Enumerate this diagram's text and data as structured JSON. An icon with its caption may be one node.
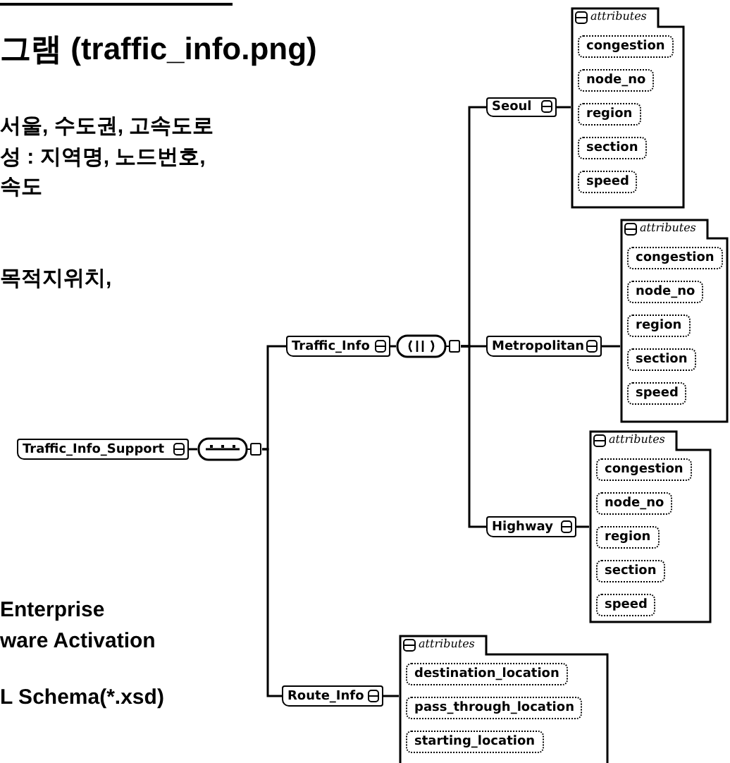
{
  "diagram": {
    "title": "그램 (traffic_info.png)",
    "nodes": [
      {
        "text": [
          "Traffic_Info_Support"
        ]
      },
      {
        "text": [],
        "shape": "box"
      },
      {
        "text": [
          "Traffic_Info"
        ]
      },
      {
        "text": [],
        "shape": "box"
      },
      {
        "text": [
          "Seoul"
        ]
      },
      {
        "text": [
          "attributes"
        ]
      },
      {
        "text": [
          "congestion"
        ],
        "in": 5
      },
      {
        "text": [
          "node_no"
        ],
        "in": 5
      },
      {
        "text": [
          "region"
        ],
        "in": 5
      },
      {
        "text": [
          "section"
        ],
        "in": 5
      },
      {
        "text": [
          "speed"
        ],
        "in": 5
      },
      {
        "text": [
          "Metropolitan"
        ]
      },
      {
        "text": [
          "attributes"
        ]
      },
      {
        "text": [
          "congestion"
        ],
        "in": 12
      },
      {
        "text": [
          "node_no"
        ],
        "in": 12
      },
      {
        "text": [
          "region"
        ],
        "in": 12
      },
      {
        "text": [
          "section"
        ],
        "in": 12
      },
      {
        "text": [
          "speed"
        ],
        "in": 12
      },
      {
        "text": [
          "Highway"
        ]
      },
      {
        "text": [
          "attributes"
        ]
      },
      {
        "text": [
          "congestion"
        ],
        "in": 19
      },
      {
        "text": [
          "node_no"
        ],
        "in": 19
      },
      {
        "text": [
          "region"
        ],
        "in": 19
      },
      {
        "text": [
          "section"
        ],
        "in": 19
      },
      {
        "text": [
          "speed"
        ],
        "in": 19
      },
      {
        "text": [
          "Route_Info"
        ]
      },
      {
        "text": [
          "attributes"
        ]
      },
      {
        "text": [
          "destination_location"
        ],
        "in": 26
      },
      {
        "text": [
          "pass_through_location"
        ],
        "in": 26
      },
      {
        "text": [
          "starting_location"
        ],
        "in": 26
      }
    ],
    "edges": [
      {
        "from": 0,
        "to": 1,
        "arrow": "none"
      },
      {
        "from": 1,
        "to": 2,
        "arrow": "none"
      },
      {
        "from": 1,
        "to": 25,
        "arrow": "none"
      },
      {
        "from": 2,
        "to": 3,
        "arrow": "none"
      },
      {
        "from": 3,
        "to": 4,
        "arrow": "none"
      },
      {
        "from": 3,
        "to": 11,
        "arrow": "none"
      },
      {
        "from": 3,
        "to": 18,
        "arrow": "none"
      },
      {
        "from": 4,
        "to": 5,
        "arrow": "none"
      },
      {
        "from": 11,
        "to": 12,
        "arrow": "none"
      },
      {
        "from": 18,
        "to": 19,
        "arrow": "none"
      },
      {
        "from": 25,
        "to": 26,
        "arrow": "none"
      }
    ],
    "labels": [
      "서울, 수도권, 고속도로",
      "성 : 지역명, 노드번호, 속도",
      "목적지위치,",
      "Enterprise",
      "ware Activation",
      "L Schema(*.xsd)"
    ]
  }
}
